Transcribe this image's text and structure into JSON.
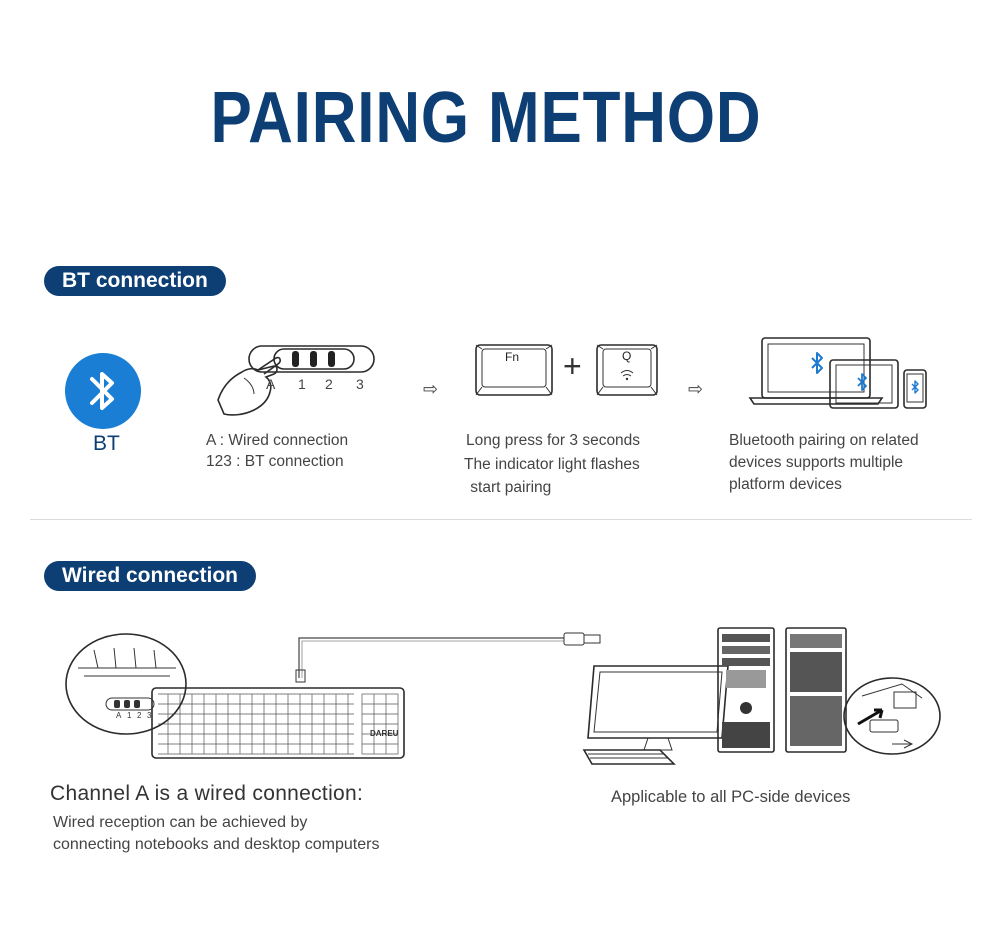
{
  "title": "PAIRING METHOD",
  "bt_section": {
    "pill": "BT connection",
    "bt_label": "BT",
    "switch_labels": [
      "A",
      "1",
      "2",
      "3"
    ],
    "switch_desc": [
      "A : Wired connection",
      "123 : BT connection"
    ],
    "keys": {
      "fn": "Fn",
      "plus": "+",
      "q": "Q"
    },
    "press_desc": [
      "Long press for 3 seconds",
      "The indicator light flashes",
      " start pairing"
    ],
    "devices_desc": [
      "Bluetooth pairing on related",
      "devices supports multiple",
      "platform devices"
    ],
    "arrow": "⇨"
  },
  "wired_section": {
    "pill": "Wired connection",
    "inset_labels": [
      "A",
      "1",
      "2",
      "3"
    ],
    "keyboard_brand": "DAREU",
    "heading": "Channel A is a wired connection:",
    "desc": [
      "Wired reception can be achieved by",
      "connecting notebooks and desktop computers"
    ],
    "pc_caption": "Applicable to all PC-side devices"
  },
  "colors": {
    "brand": "#0d3e74",
    "bt_circle": "#1a7fd4",
    "bt_icon": "#1d7ad0"
  }
}
